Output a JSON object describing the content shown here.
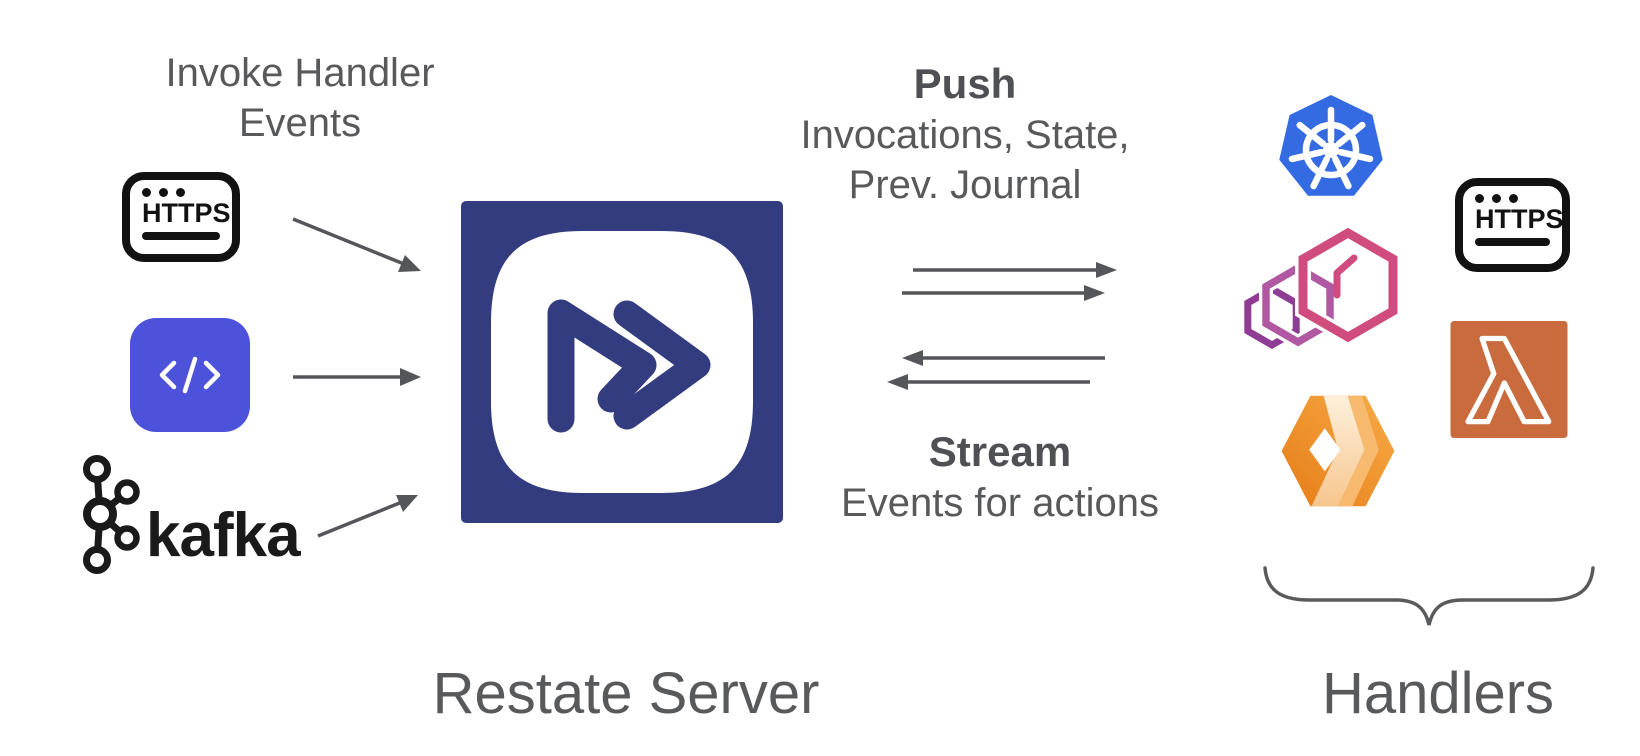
{
  "diagram": {
    "left_label": {
      "line1": "Invoke Handler",
      "line2": "Events"
    },
    "push_label": {
      "title": "Push",
      "line1": "Invocations, State,",
      "line2": "Prev. Journal"
    },
    "stream_label": {
      "title": "Stream",
      "line1": "Events for actions"
    },
    "server_label": "Restate Server",
    "handlers_label": "Handlers",
    "https_label": "HTTPS",
    "kafka_label": "kafka",
    "icons": [
      "https-icon",
      "code-icon",
      "kafka-logo",
      "restate-logo",
      "kubernetes-icon",
      "containers-icon",
      "https-icon",
      "lambda-icon",
      "cloudflare-workers-icon"
    ],
    "colors": {
      "text_gray": "#58595B",
      "arrow_gray": "#55565A",
      "restate_navy": "#343C80",
      "code_indigo": "#4C53DA",
      "kubernetes_blue": "#356BE2",
      "lambda_orange": "#C96B3C",
      "workers_orange_dark": "#E67C17",
      "workers_orange_light": "#F7AC47",
      "containers_pink": "#D14C7E",
      "containers_mid": "#B058A2",
      "containers_purple": "#8E3C94",
      "kafka_black": "#1A1A1A",
      "https_black": "#121212"
    }
  }
}
